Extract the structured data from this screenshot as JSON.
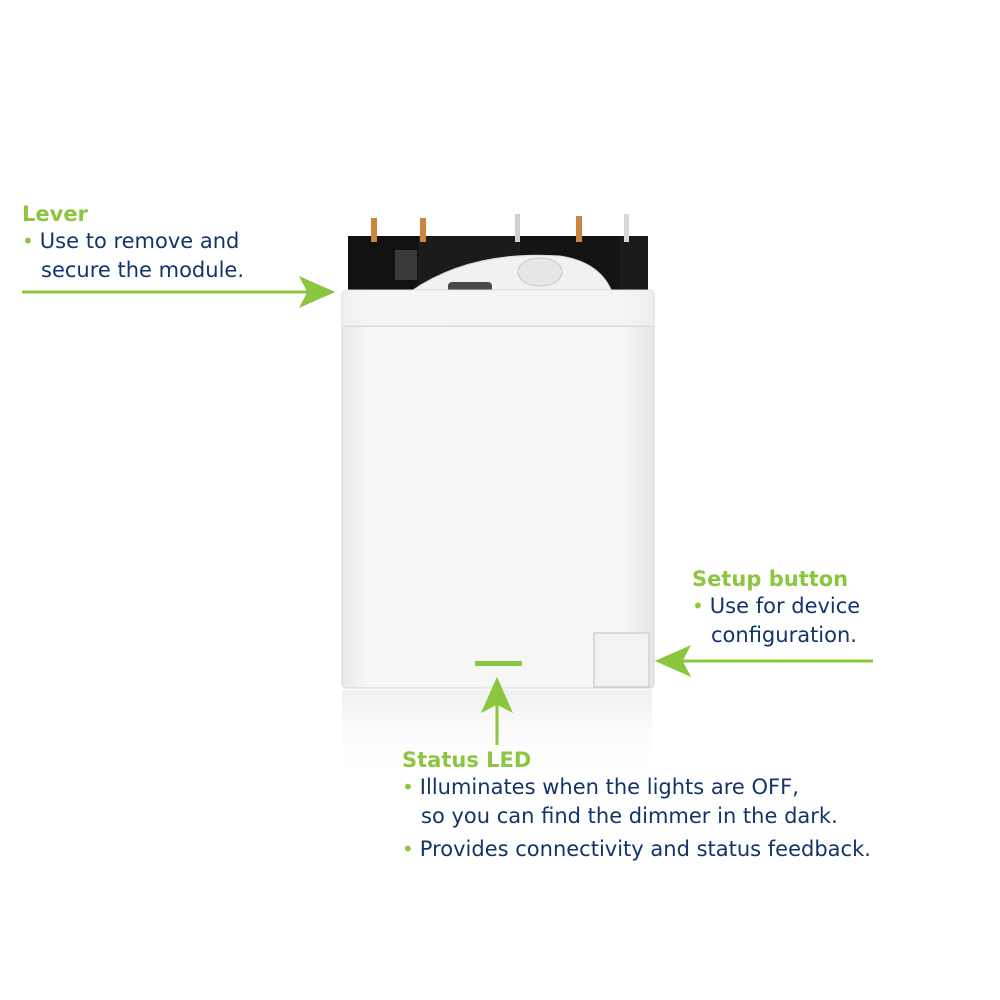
{
  "colors": {
    "accent": "#8cc63f",
    "text": "#14336a",
    "arrow": "#8cc63f"
  },
  "callouts": {
    "lever": {
      "title": "Lever",
      "bullets": [
        {
          "line1": "Use to remove and",
          "line2": "secure the module."
        }
      ]
    },
    "setup": {
      "title": "Setup button",
      "bullets": [
        {
          "line1": "Use for device",
          "line2": "configuration."
        }
      ]
    },
    "status": {
      "title": "Status LED",
      "bullets": [
        {
          "line1": "Illuminates when the lights are OFF,",
          "line2": "so you can find the dimmer in the dark."
        },
        {
          "line1": "Provides connectivity and status feedback."
        }
      ]
    }
  }
}
